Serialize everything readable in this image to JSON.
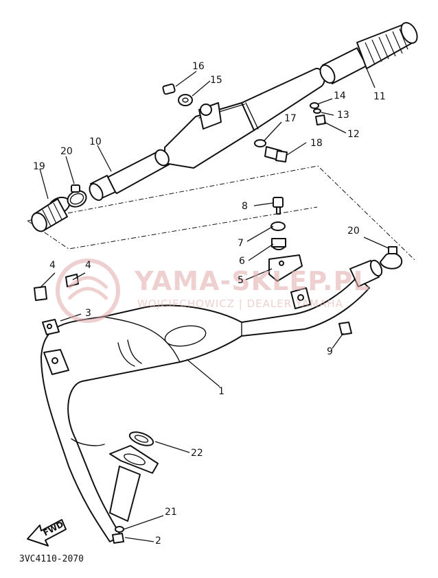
{
  "watermark": {
    "title": "YAMA-SKLEP.PL",
    "subtitle": "WOJCIECHOWICZ | DEALER YAMAHA",
    "color": "#e2a8a8"
  },
  "diagram_code": "3VC4110-2070",
  "forward_arrow": {
    "label": "FWD",
    "icon": "forward-arrow-icon"
  },
  "callouts": [
    {
      "id": "callout-16",
      "text": "16"
    },
    {
      "id": "callout-15",
      "text": "15"
    },
    {
      "id": "callout-14",
      "text": "14"
    },
    {
      "id": "callout-13",
      "text": "13"
    },
    {
      "id": "callout-12",
      "text": "12"
    },
    {
      "id": "callout-11",
      "text": "11"
    },
    {
      "id": "callout-17",
      "text": "17"
    },
    {
      "id": "callout-18",
      "text": "18"
    },
    {
      "id": "callout-10",
      "text": "10"
    },
    {
      "id": "callout-20a",
      "text": "20"
    },
    {
      "id": "callout-19",
      "text": "19"
    },
    {
      "id": "callout-8",
      "text": "8"
    },
    {
      "id": "callout-7",
      "text": "7"
    },
    {
      "id": "callout-6",
      "text": "6"
    },
    {
      "id": "callout-5",
      "text": "5"
    },
    {
      "id": "callout-20b",
      "text": "20"
    },
    {
      "id": "callout-4a",
      "text": "4"
    },
    {
      "id": "callout-4b",
      "text": "4"
    },
    {
      "id": "callout-3",
      "text": "3"
    },
    {
      "id": "callout-9",
      "text": "9"
    },
    {
      "id": "callout-1",
      "text": "1"
    },
    {
      "id": "callout-22",
      "text": "22"
    },
    {
      "id": "callout-21",
      "text": "21"
    },
    {
      "id": "callout-2",
      "text": "2"
    }
  ]
}
